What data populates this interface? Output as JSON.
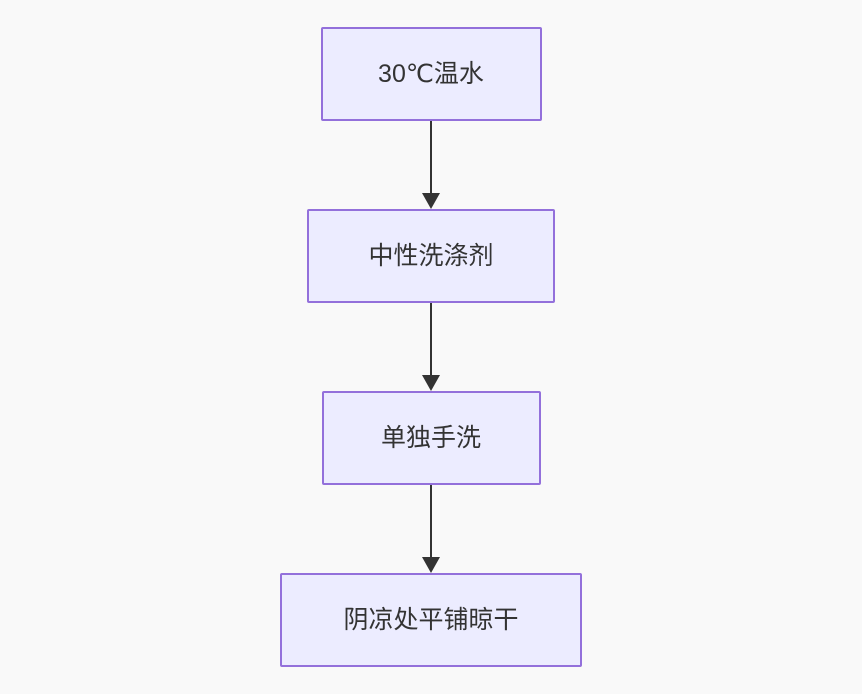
{
  "diagram": {
    "type": "flowchart",
    "direction": "top-down",
    "nodes": [
      {
        "id": "A",
        "label": "30℃温水"
      },
      {
        "id": "B",
        "label": "中性洗涤剂"
      },
      {
        "id": "C",
        "label": "单独手洗"
      },
      {
        "id": "D",
        "label": "阴凉处平铺晾干"
      }
    ],
    "edges": [
      {
        "from": "A",
        "to": "B"
      },
      {
        "from": "B",
        "to": "C"
      },
      {
        "from": "C",
        "to": "D"
      }
    ],
    "colors": {
      "node_fill": "#ECECFF",
      "node_border": "#9370DB",
      "arrow": "#333333",
      "text": "#333333",
      "background": "#F9F9F9"
    }
  }
}
